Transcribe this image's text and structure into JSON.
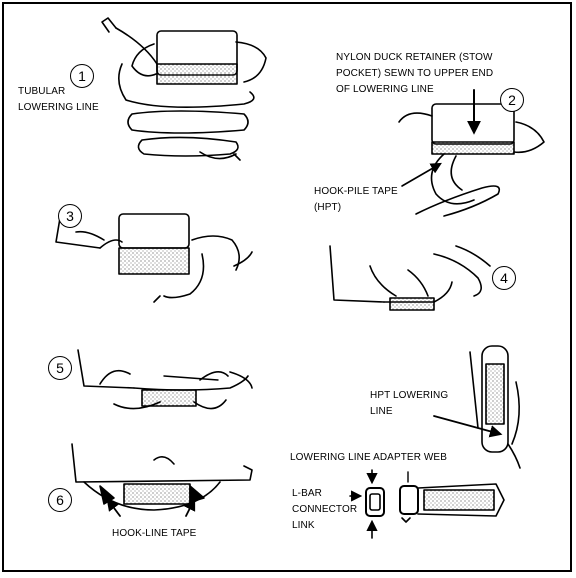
{
  "steps": [
    "1",
    "2",
    "3",
    "4",
    "5",
    "6"
  ],
  "labels": {
    "tubular_lowering_line": "TUBULAR\nLOWERING LINE",
    "nylon_duck_retainer": "NYLON DUCK RETAINER (STOW\nPOCKET) SEWN TO UPPER END\nOF LOWERING LINE",
    "hook_pile_tape": "HOOK-PILE TAPE\n(HPT)",
    "hpt_lowering_line": "HPT LOWERING\nLINE",
    "lowering_line_adapter_web": "LOWERING LINE ADAPTER WEB",
    "l_bar_connector_link": "L-BAR\nCONNECTOR\nLINK",
    "hook_line_tape": "HOOK-LINE TAPE"
  },
  "colors": {
    "ink": "#000000",
    "paper": "#ffffff",
    "stipple": "#555555"
  }
}
